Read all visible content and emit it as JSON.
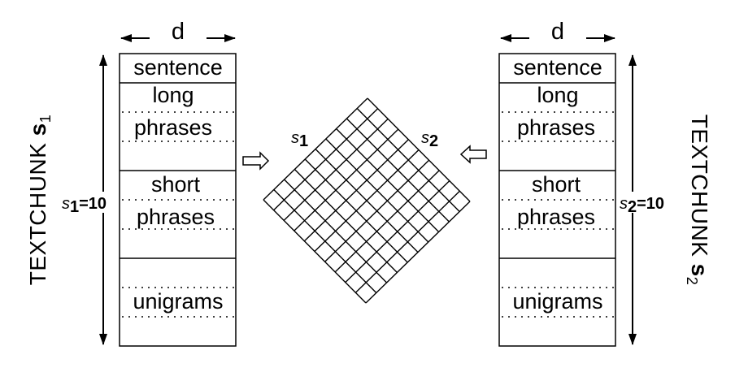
{
  "left_chunk": {
    "title_prefix": "TEXTCHUNK ",
    "title_symbol": "s",
    "title_subscript": "1",
    "width_label": "d",
    "height_symbol": "s",
    "height_subscript": "1",
    "height_value": "=10",
    "labels": [
      "sentence",
      "long",
      "phrases",
      "short",
      "phrases",
      "unigrams"
    ]
  },
  "right_chunk": {
    "title_prefix": "TEXTCHUNK  ",
    "title_symbol": "s",
    "title_subscript": "2",
    "width_label": "d",
    "height_symbol": "s",
    "height_subscript": "2",
    "height_value": "=10",
    "labels": [
      "sentence",
      "long",
      "phrases",
      "short",
      "phrases",
      "unigrams"
    ]
  },
  "matrix": {
    "rows": 10,
    "cols": 10,
    "left_symbol": "s",
    "left_subscript": "1",
    "right_symbol": "s",
    "right_subscript": "2"
  }
}
